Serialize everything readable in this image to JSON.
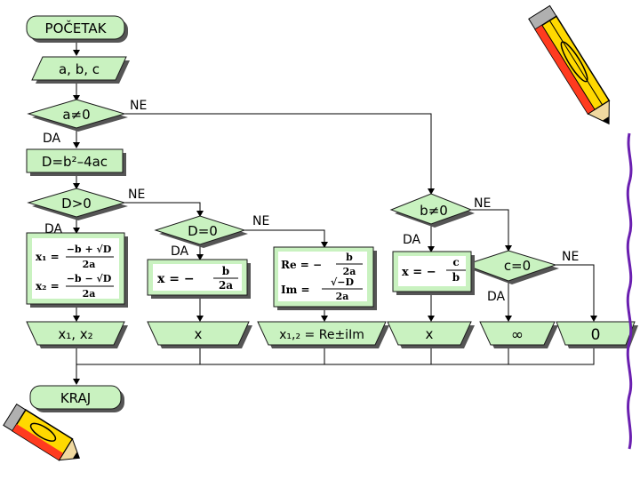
{
  "flowchart": {
    "start": "POČETAK",
    "input": "a, b, c",
    "cond_a": "a≠0",
    "yes_1": "DA",
    "no_1": "NE",
    "disc": "D=b²–4ac",
    "cond_d_pos": "D>0",
    "yes_2": "DA",
    "no_2": "NE",
    "cond_d_zero": "D=0",
    "yes_3": "DA",
    "no_3": "NE",
    "cond_b": "b≠0",
    "yes_4": "DA",
    "no_4": "NE",
    "cond_c": "c=0",
    "yes_5": "DA",
    "no_5": "NE",
    "formula_x1": {
      "lhs": "x₁ = ",
      "num": "−b + √D",
      "den": "2a"
    },
    "formula_x2": {
      "lhs": "x₂ = ",
      "num": "−b − √D",
      "den": "2a"
    },
    "formula_x_double": {
      "lhs": "x = −",
      "num": "b",
      "den": "2a"
    },
    "formula_re": {
      "lhs": "Re = −",
      "num": "b",
      "den": "2a"
    },
    "formula_im": {
      "lhs": "Im = ",
      "num": "√−D",
      "den": "2a"
    },
    "formula_x_linear": {
      "lhs": "x = −",
      "num": "c",
      "den": "b"
    },
    "out_x1x2": "x₁, x₂",
    "out_x": "x",
    "out_complex": "x₁,₂ = Re±iIm",
    "out_x_linear": "x",
    "out_inf": "∞",
    "out_zero": "0",
    "end": "KRAJ"
  },
  "colors": {
    "box": "#c9f2c0",
    "shadow": "#555555",
    "line": "#000000"
  },
  "icons": [
    "pencil-icon",
    "pencil-icon"
  ]
}
